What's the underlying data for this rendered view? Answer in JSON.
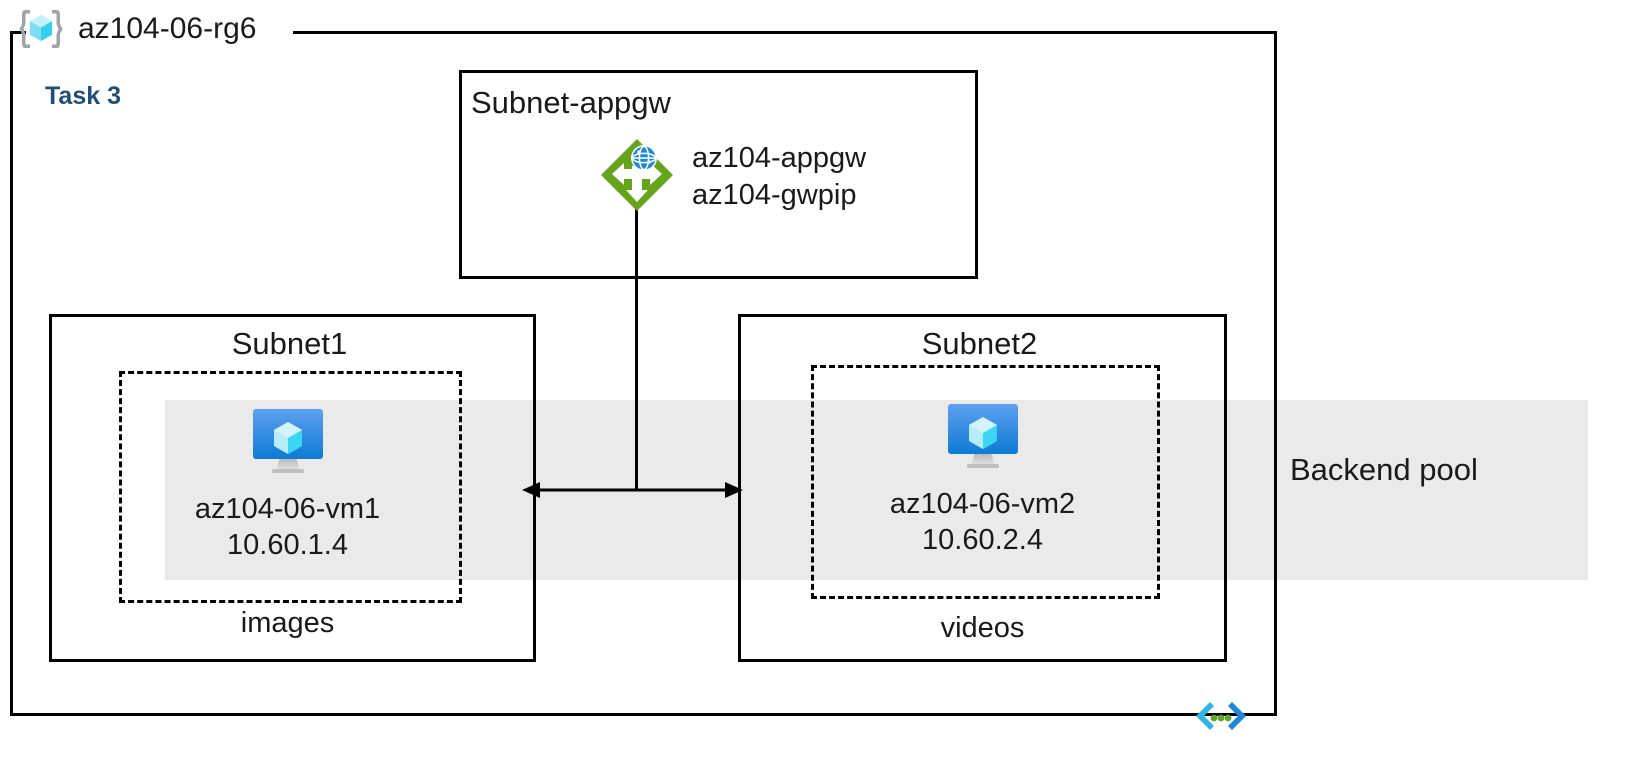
{
  "diagram": {
    "resource_group": {
      "name": "az104-06-rg6",
      "icon": "resource-group-icon"
    },
    "task": {
      "label": "Task 3",
      "color": "#1F4E79"
    },
    "backend_pool": {
      "label": "Backend pool",
      "band_color": "#eaeaea"
    },
    "subnets": [
      {
        "id": "appgw",
        "title": "Subnet-appgw",
        "resource": {
          "icon": "application-gateway-icon",
          "lines": [
            "az104-appgw",
            "az104-gwpip"
          ],
          "icon_color": "#66A51B"
        }
      },
      {
        "id": "subnet1",
        "title": "Subnet1",
        "vm": {
          "icon": "virtual-machine-icon",
          "name": "az104-06-vm1",
          "ip": "10.60.1.4"
        },
        "storage_label": "images"
      },
      {
        "id": "subnet2",
        "title": "Subnet2",
        "vm": {
          "icon": "virtual-machine-icon",
          "name": "az104-06-vm2",
          "ip": "10.60.2.4"
        },
        "storage_label": "videos"
      }
    ],
    "footer_icon": {
      "name": "code-brackets-icon",
      "bracket_color": "#32B4E6",
      "dot_color": "#5CA62B"
    }
  }
}
